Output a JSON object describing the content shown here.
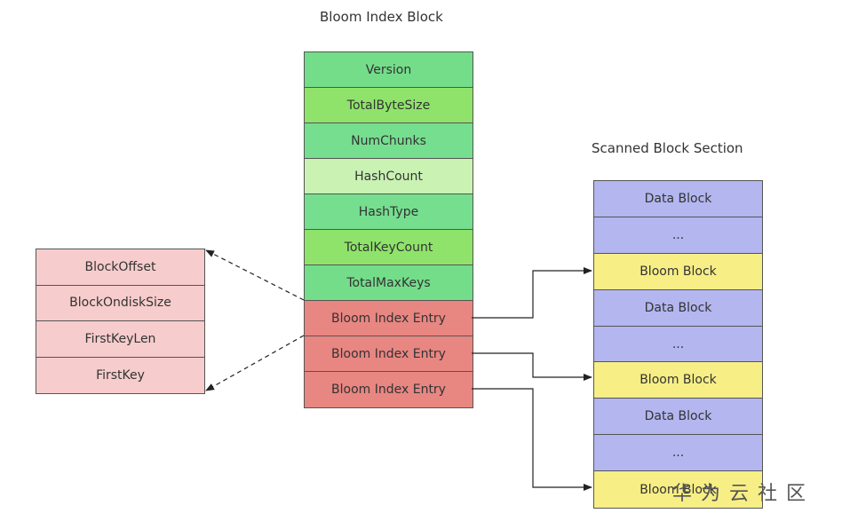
{
  "titles": {
    "bloom_index_block": "Bloom Index Block",
    "scanned_block_section": "Scanned Block Section"
  },
  "bloom_index_block": {
    "fields": [
      "Version",
      "TotalByteSize",
      "NumChunks",
      "HashCount",
      "HashType",
      "TotalKeyCount",
      "TotalMaxKeys"
    ],
    "entries": [
      "Bloom Index Entry",
      "Bloom Index Entry",
      "Bloom Index Entry"
    ]
  },
  "bloom_index_entry_fields": [
    "BlockOffset",
    "BlockOndiskSize",
    "FirstKeyLen",
    "FirstKey"
  ],
  "scanned_block_section": [
    "Data Block",
    "...",
    "Bloom Block",
    "Data Block",
    "...",
    "Bloom Block",
    "Data Block",
    "...",
    "Bloom Block"
  ],
  "watermark": "华为云社区",
  "colors": {
    "field_green": "#74dd8a",
    "field_green_light": "#c9f2b3",
    "entry_red": "#e88682",
    "detail_pink": "#f6cccc",
    "data_block_blue": "#b3b6ef",
    "bloom_block_yellow": "#f7ee86"
  }
}
